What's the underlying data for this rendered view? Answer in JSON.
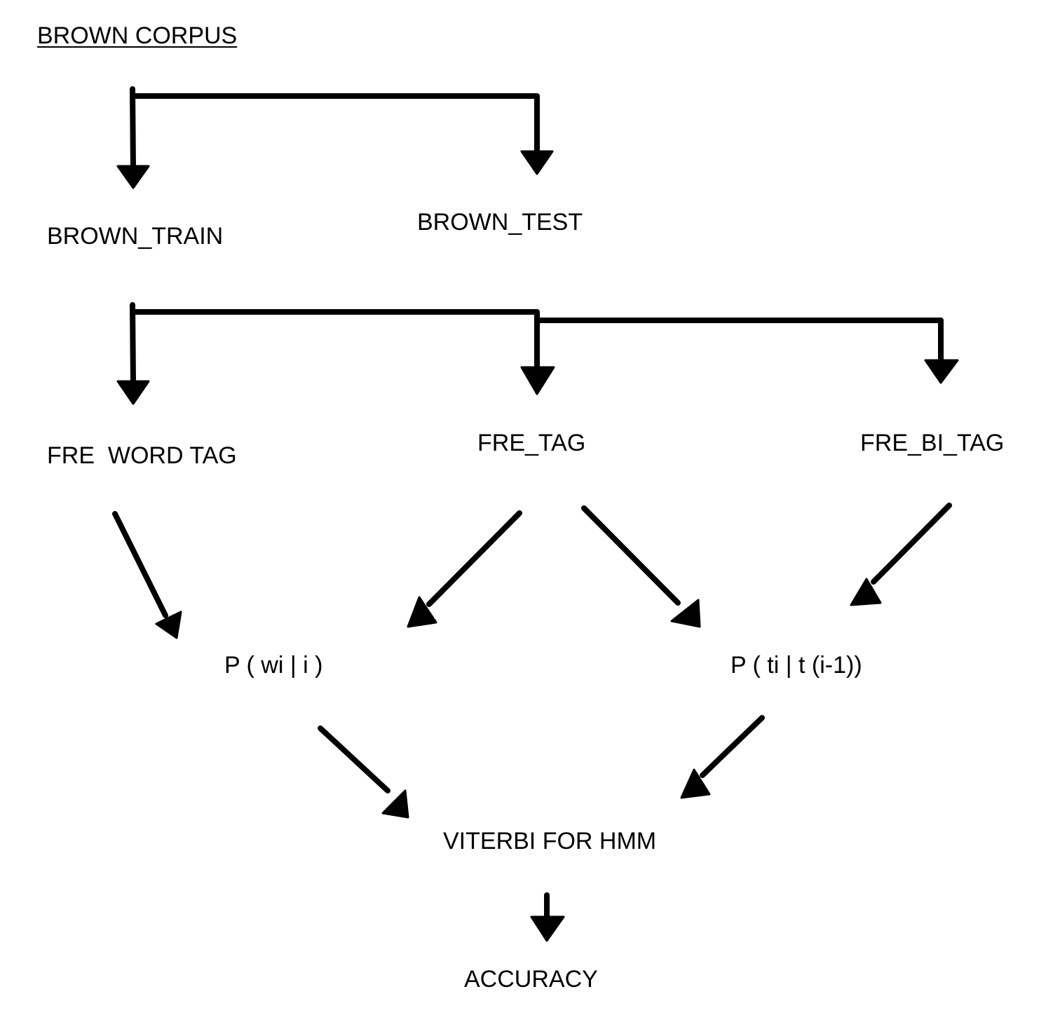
{
  "diagram": {
    "title": "BROWN CORPUS",
    "nodes": {
      "brown_train": "BROWN_TRAIN",
      "brown_test": "BROWN_TEST",
      "fre_word_tag": "FRE  WORD TAG",
      "fre_tag": "FRE_TAG",
      "fre_bi_tag": "FRE_BI_TAG",
      "p_word_given_tag": "P ( wi | i )",
      "p_tag_given_prev": "P ( ti | t (i-1))",
      "viterbi": "VITERBI FOR HMM",
      "accuracy": "ACCURACY"
    },
    "edges": [
      {
        "from": "BROWN CORPUS",
        "to": "BROWN_TRAIN"
      },
      {
        "from": "BROWN CORPUS",
        "to": "BROWN_TEST"
      },
      {
        "from": "BROWN_TRAIN",
        "to": "FRE  WORD TAG"
      },
      {
        "from": "BROWN_TRAIN",
        "to": "FRE_TAG"
      },
      {
        "from": "BROWN_TRAIN",
        "to": "FRE_BI_TAG"
      },
      {
        "from": "FRE  WORD TAG",
        "to": "P ( wi | i )"
      },
      {
        "from": "FRE_TAG",
        "to": "P ( wi | i )"
      },
      {
        "from": "FRE_TAG",
        "to": "P ( ti | t (i-1))"
      },
      {
        "from": "FRE_BI_TAG",
        "to": "P ( ti | t (i-1))"
      },
      {
        "from": "P ( wi | i )",
        "to": "VITERBI FOR HMM"
      },
      {
        "from": "P ( ti | t (i-1))",
        "to": "VITERBI FOR HMM"
      },
      {
        "from": "VITERBI FOR HMM",
        "to": "ACCURACY"
      }
    ],
    "colors": {
      "ink": "#000000",
      "background": "#ffffff"
    }
  }
}
